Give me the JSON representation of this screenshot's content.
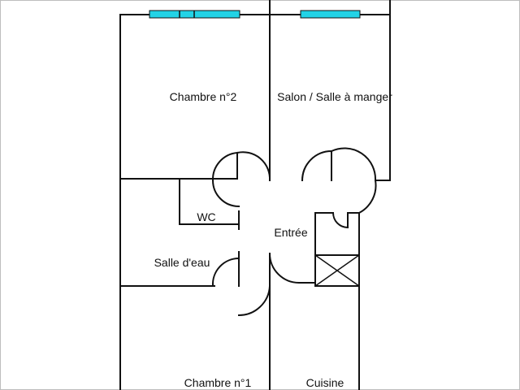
{
  "rooms": {
    "chambre2": "Chambre n°2",
    "salon": "Salon / Salle à manger",
    "wc": "WC",
    "entree": "Entrée",
    "salle_eau": "Salle d'eau",
    "chambre1": "Chambre n°1",
    "cuisine": "Cuisine"
  },
  "colors": {
    "wall": "#111111",
    "window": "#22d3e6",
    "background": "#ffffff"
  }
}
